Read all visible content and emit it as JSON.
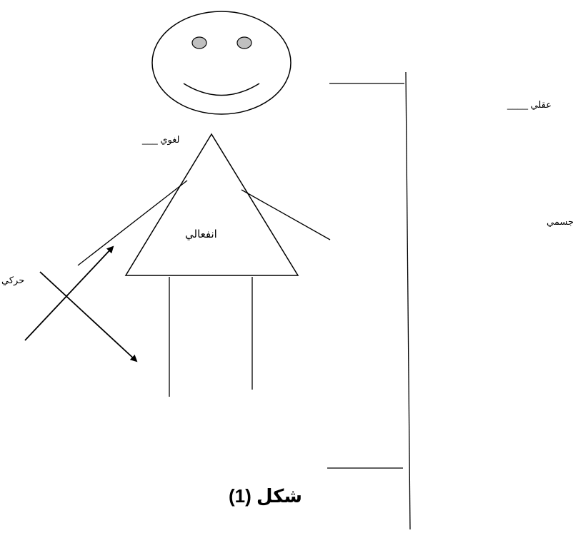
{
  "labels": {
    "mental": "عقلي ____",
    "linguistic": "لغوي ___",
    "physical": "جسمي",
    "emotional": "انفعالي",
    "motor": "حركي"
  },
  "caption": "شكل (1)",
  "colors": {
    "stroke": "#000000",
    "eyes": "#c0c0c0",
    "background": "#ffffff"
  }
}
